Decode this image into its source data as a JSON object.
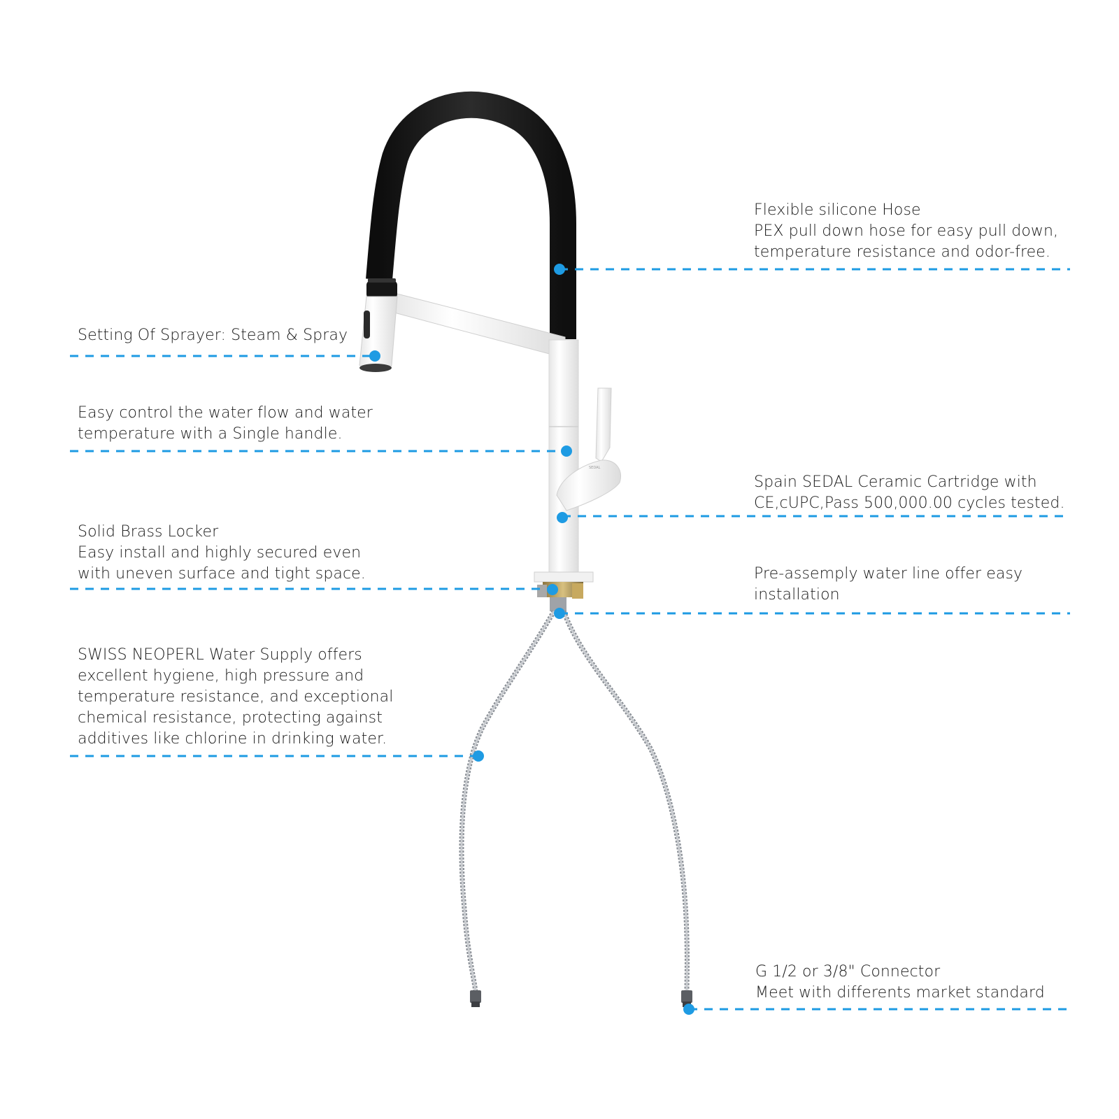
{
  "colors": {
    "accent": "#1e9be3",
    "text": "#1a1a1a",
    "hose": "#1b1b1b",
    "faucet_body": "#ffffff",
    "brass": "#b39a5b",
    "braid": "#8a8f96"
  },
  "callouts": {
    "hose": {
      "lines": [
        "Flexible silicone Hose",
        "PEX pull down hose for easy pull down,",
        "temperature resistance and odor-free."
      ]
    },
    "sprayer": {
      "lines": [
        "Setting Of Sprayer: Steam & Spray"
      ]
    },
    "handle": {
      "lines": [
        "Easy control the water flow and water",
        "temperature with a Single handle."
      ]
    },
    "cartridge": {
      "lines": [
        "Spain SEDAL Ceramic Cartridge with",
        "CE,cUPC,Pass 500,000.00 cycles tested."
      ]
    },
    "locker": {
      "lines": [
        "Solid Brass Locker",
        "Easy install and highly secured even",
        "with uneven surface and tight space."
      ]
    },
    "waterline": {
      "lines": [
        "Pre-assemply water line offer easy",
        "installation"
      ]
    },
    "supply": {
      "lines": [
        "SWISS NEOPERL Water Supply offers",
        "excellent hygiene, high pressure and",
        "temperature resistance, and exceptional",
        "chemical resistance, protecting against",
        "additives like chlorine in drinking water."
      ]
    },
    "connector": {
      "lines": [
        "G 1/2 or 3/8\" Connector",
        "Meet with differents market standard"
      ]
    }
  }
}
